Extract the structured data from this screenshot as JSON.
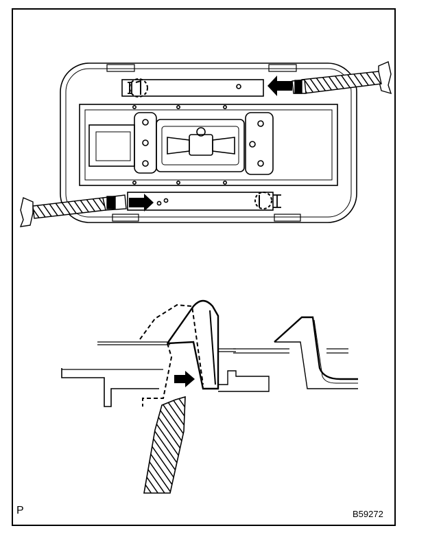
{
  "labels": {
    "corner_code": "P",
    "figure_code": "B59272"
  },
  "colors": {
    "line": "#000000",
    "fill_light": "#ffffff",
    "fill_dark": "#000000"
  },
  "icons": {
    "arrow": "push-direction-arrow",
    "tool": "flat-screwdriver"
  }
}
